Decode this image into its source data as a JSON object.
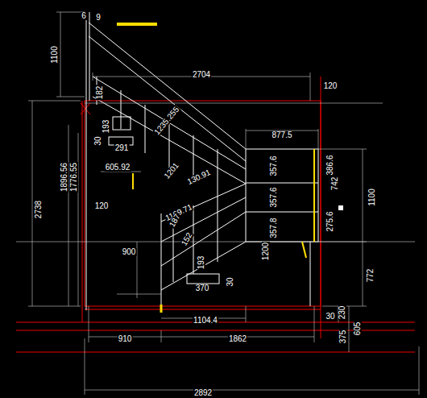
{
  "diagram": {
    "labels": [
      "6",
      "9",
      "1100",
      "2704",
      "120",
      "182",
      "193",
      "30",
      "291",
      "605.92",
      "1896.56",
      "1776.55",
      "2738",
      "120",
      "1235.255",
      "1201",
      "130.91",
      "1169.71",
      "187",
      "152",
      "900",
      "1200",
      "193",
      "370",
      "30",
      "877.5",
      "357.6",
      "357.6",
      "357.8",
      "386.6",
      "742",
      "275.6",
      "1100",
      "772",
      "1104.4",
      "30",
      "230",
      "375",
      "605",
      "910",
      "1862",
      "2892"
    ]
  }
}
